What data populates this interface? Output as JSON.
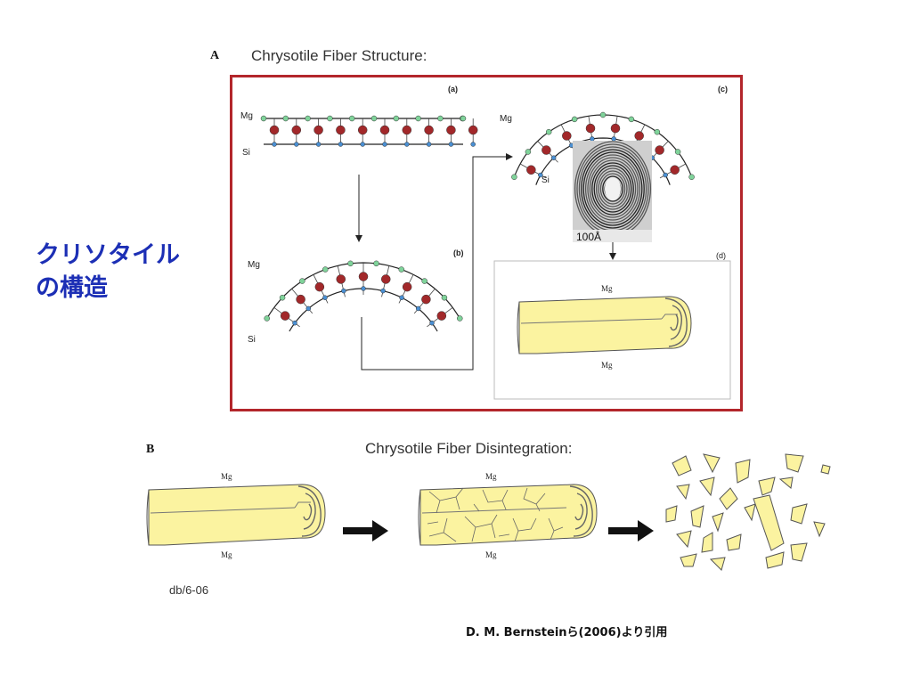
{
  "side_title": {
    "line1": "クリソタイル",
    "line2": "の構造"
  },
  "panel_a": {
    "letter": "A",
    "title": "Chrysotile Fiber Structure:",
    "sub_a": "(a)",
    "sub_b": "(b)",
    "sub_c": "(c)",
    "sub_d": "(d)",
    "mg": "Mg",
    "si": "Si",
    "micrograph_scale": "100Å"
  },
  "panel_b": {
    "letter": "B",
    "title": "Chrysotile Fiber Disintegration:",
    "mg": "Mg"
  },
  "signature": "db/6-06",
  "credit": "D. M. Bernsteinら(2006)より引用",
  "colors": {
    "accent_blue": "#1c2fb5",
    "frame_red": "#b3262b",
    "fiber_yellow": "#fbf3a0",
    "mg_atom": "#a2282a",
    "o_atom": "#7fd39a",
    "si_atom": "#4a8fd2"
  }
}
